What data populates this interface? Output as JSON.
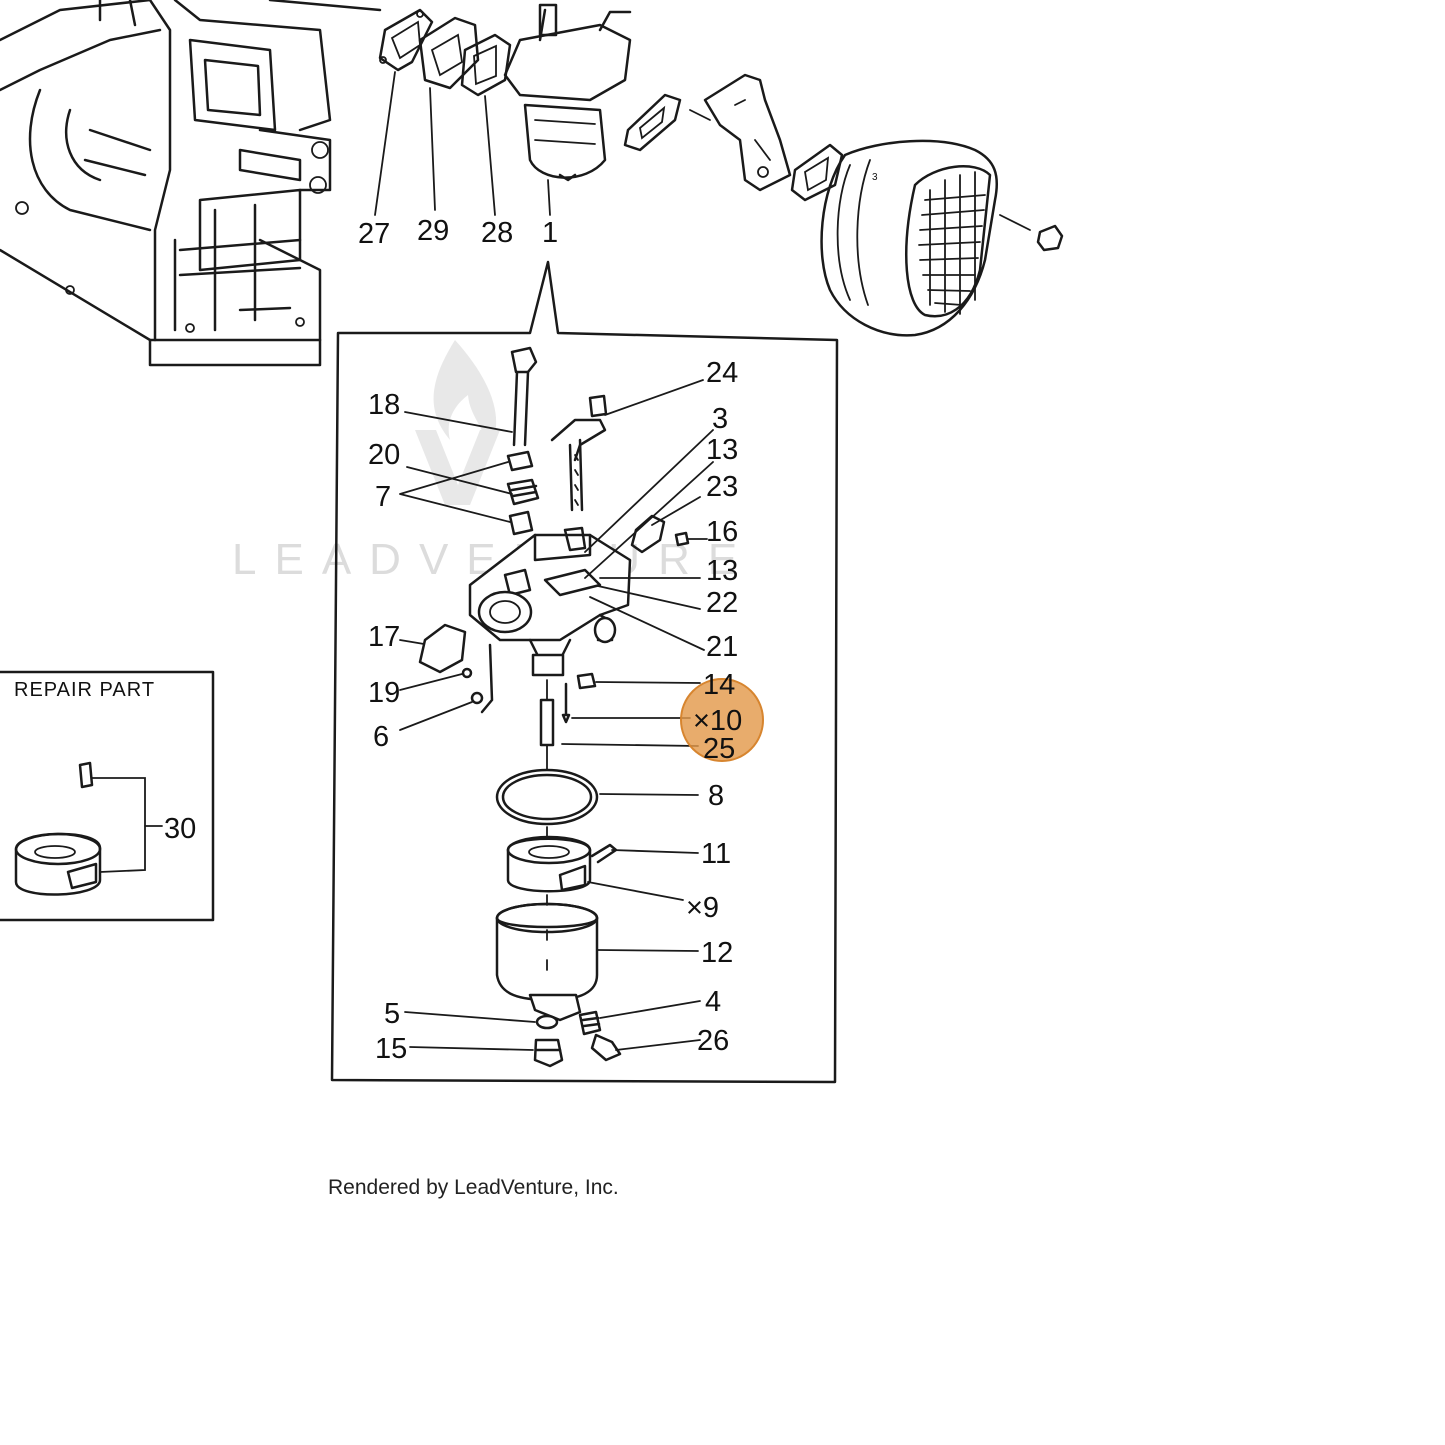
{
  "watermark": {
    "text": "LEADVENTURE"
  },
  "footer": {
    "text": "Rendered by LeadVenture, Inc."
  },
  "repair_part": {
    "title": "REPAIR PART",
    "callout": "30"
  },
  "highlight": {
    "label": "×10",
    "color": "#e39a4c"
  },
  "top_callouts": [
    "27",
    "29",
    "28",
    "1"
  ],
  "detail_callouts": {
    "c18": "18",
    "c20": "20",
    "c7": "7",
    "c24": "24",
    "c3": "3",
    "c13a": "13",
    "c23": "23",
    "c16": "16",
    "c13b": "13",
    "c22": "22",
    "c21": "21",
    "c17": "17",
    "c19": "19",
    "c6": "6",
    "c14": "14",
    "c25": "25",
    "c8": "8",
    "c11": "11",
    "c9": "×9",
    "c12": "12",
    "c5": "5",
    "c4": "4",
    "c15": "15",
    "c26": "26"
  },
  "filter_mark": "3"
}
